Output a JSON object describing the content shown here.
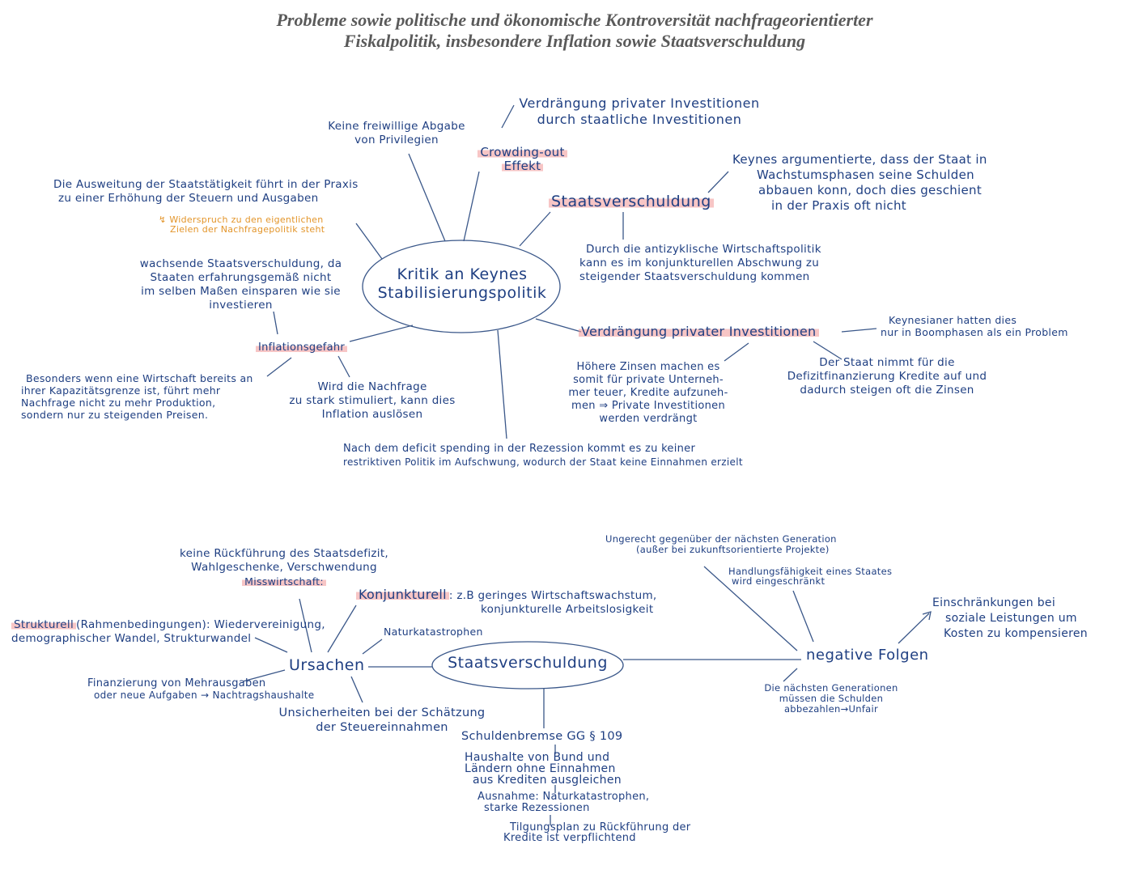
{
  "title": {
    "line1": "Probleme sowie politische und ökonomische Kontroversität nachfrageorientierter",
    "line2": "Fiskalpolitik, insbesondere Inflation sowie Staatsverschuldung"
  },
  "colors": {
    "ink": "#1f3f82",
    "highlight": "#f09696",
    "annotation": "#e3952a",
    "title": "#5a5a5a"
  },
  "map1": {
    "center": {
      "line1": "Kritik an Keynes",
      "line2": "Stabilisierungspolitik"
    },
    "privileges": {
      "line1": "Keine freiwillige Abgabe",
      "line2": "von Privilegien"
    },
    "crowding_out": {
      "label_line1": "Crowding-out",
      "label_line2": "Effekt",
      "detail_line1": "Verdrängung privater Investitionen",
      "detail_line2": "durch staatliche Investitionen"
    },
    "expansion": {
      "line1": "Die Ausweitung der Staatstätigkeit führt in der Praxis",
      "line2": "zu einer Erhöhung der Steuern und Ausgaben",
      "note_line1": "↯ Widerspruch zu den eigentlichen",
      "note_line2": "Zielen der Nachfragepolitik steht"
    },
    "staatsverschuldung": {
      "label": "Staatsverschuldung",
      "keynes_line1": "Keynes argumentierte, dass der Staat in",
      "keynes_line2": "Wachstumsphasen seine Schulden",
      "keynes_line3": "abbauen konn, doch dies geschient",
      "keynes_line4": "in der Praxis oft nicht",
      "antizyklisch_line1": "Durch die antizyklische Wirtschaftspolitik",
      "antizyklisch_line2": "kann es im konjunkturellen Abschwung zu",
      "antizyklisch_line3": "steigender Staatsverschuldung kommen"
    },
    "wachsende": {
      "line1": "wachsende Staatsverschuldung, da",
      "line2": "Staaten erfahrungsgemäß nicht",
      "line3": "im selben Maßen einsparen wie sie",
      "line4": "investieren"
    },
    "inflation": {
      "label": "Inflationsgefahr",
      "kapazitaet_line1": "Besonders wenn eine Wirtschaft bereits an",
      "kapazitaet_line2": "ihrer Kapazitätsgrenze ist, führt mehr",
      "kapazitaet_line3": "Nachfrage nicht zu mehr Produktion,",
      "kapazitaet_line4": "sondern nur zu steigenden Preisen.",
      "nachfrage_line1": "Wird die Nachfrage",
      "nachfrage_line2": "zu stark stimuliert, kann dies",
      "nachfrage_line3": "Inflation auslösen"
    },
    "verdraengung": {
      "label": "Verdrängung privater Investitionen",
      "keynesianer_line1": "Keynesianer hatten dies",
      "keynesianer_line2": "nur in Boomphasen als ein Problem",
      "zinsen_line1": "Höhere Zinsen machen es",
      "zinsen_line2": "somit für private Unterneh-",
      "zinsen_line3": "mer teuer, Kredite aufzuneh-",
      "zinsen_line4": "men ⇒ Private Investitionen",
      "zinsen_line5": "werden verdrängt",
      "staat_line1": "Der Staat nimmt für die",
      "staat_line2": "Defizitfinanzierung Kredite auf und",
      "staat_line3": "dadurch steigen oft die Zinsen"
    },
    "deficit_spending": {
      "line1": "Nach dem deficit spending in der Rezession kommt es zu keiner",
      "line2": "restriktiven Politik im Aufschwung, wodurch der Staat keine Einnahmen erzielt"
    }
  },
  "map2": {
    "center": "Staatsverschuldung",
    "ursachen": {
      "label": "Ursachen",
      "misswirtschaft_line1": "keine Rückführung des Staatsdefizit,",
      "misswirtschaft_line2": "Wahlgeschenke, Verschwendung",
      "misswirtschaft_label": "Misswirtschaft:",
      "konjunkturell_label": "Konjunkturell",
      "konjunkturell_line1": ": z.B geringes Wirtschaftswachstum,",
      "konjunkturell_line2": "konjunkturelle Arbeitslosigkeit",
      "strukturell_label": "Strukturell",
      "strukturell_line1": "(Rahmenbedingungen): Wiedervereinigung,",
      "strukturell_line2": "demographischer Wandel, Strukturwandel",
      "natur": "Naturkatastrophen",
      "finanzierung_line1": "Finanzierung von Mehrausgaben",
      "finanzierung_line2": "oder neue Aufgaben → Nachtragshaushalte",
      "unsicher_line1": "Unsicherheiten bei der Schätzung",
      "unsicher_line2": "der Steuereinnahmen"
    },
    "schuldenbremse": {
      "label": "Schuldenbremse GG § 109",
      "line1": "Haushalte von Bund und",
      "line2": "Ländern ohne Einnahmen",
      "line3": "aus Krediten ausgleichen",
      "ausnahme_line1": "Ausnahme: Naturkatastrophen,",
      "ausnahme_line2": "starke Rezessionen",
      "tilgung_line1": "Tilgungsplan zu Rückführung der",
      "tilgung_line2": "Kredite ist verpflichtend"
    },
    "folgen": {
      "label": "negative Folgen",
      "ungerecht_line1": "Ungerecht gegenüber der nächsten Generation",
      "ungerecht_line2": "(außer bei zukunftsorientierte Projekte)",
      "handlung_line1": "Handlungsfähigkeit eines Staates",
      "handlung_line2": "wird eingeschränkt",
      "einschraenkung_line1": "Einschränkungen bei",
      "einschraenkung_line2": "soziale Leistungen um",
      "einschraenkung_line3": "Kosten zu kompensieren",
      "generationen_line1": "Die nächsten Generationen",
      "generationen_line2": "müssen die Schulden",
      "generationen_line3": "abbezahlen→Unfair"
    }
  }
}
